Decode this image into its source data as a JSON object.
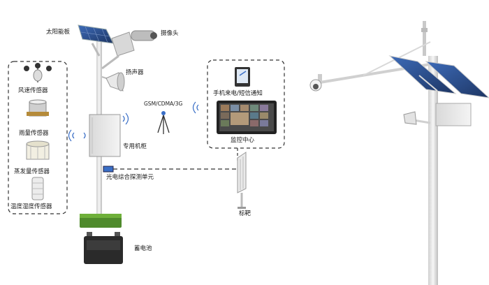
{
  "labels": {
    "solar_panel": "太阳能板",
    "camera": "摄像头",
    "speaker": "扬声器",
    "wind_sensor": "风速传感器",
    "rain_sensor": "雨量传感器",
    "evaporation_sensor": "蒸发量传感器",
    "temp_humidity_sensor": "温度湿度传感器",
    "network": "GSM/CDMA/3G",
    "phone_sms": "手机来电/短信通知",
    "monitor_center": "监控中心",
    "cabinet": "专用机柜",
    "photoelectric_unit": "光电综合探测单元",
    "target": "标靶",
    "battery": "蓄电池"
  },
  "icons": {
    "solar": "solar-panel-icon",
    "camera": "camera-icon",
    "speaker": "speaker-icon",
    "antenna": "antenna-tower-icon",
    "phone": "phone-icon",
    "monitor": "monitor-icon",
    "wireless": "wireless-signal-icon"
  },
  "colors": {
    "pole": "#e6e6e6",
    "panel": "#2c4f8f",
    "dash": "#333333",
    "grass": "#4f8a2c",
    "battery": "#2a2a2a"
  }
}
